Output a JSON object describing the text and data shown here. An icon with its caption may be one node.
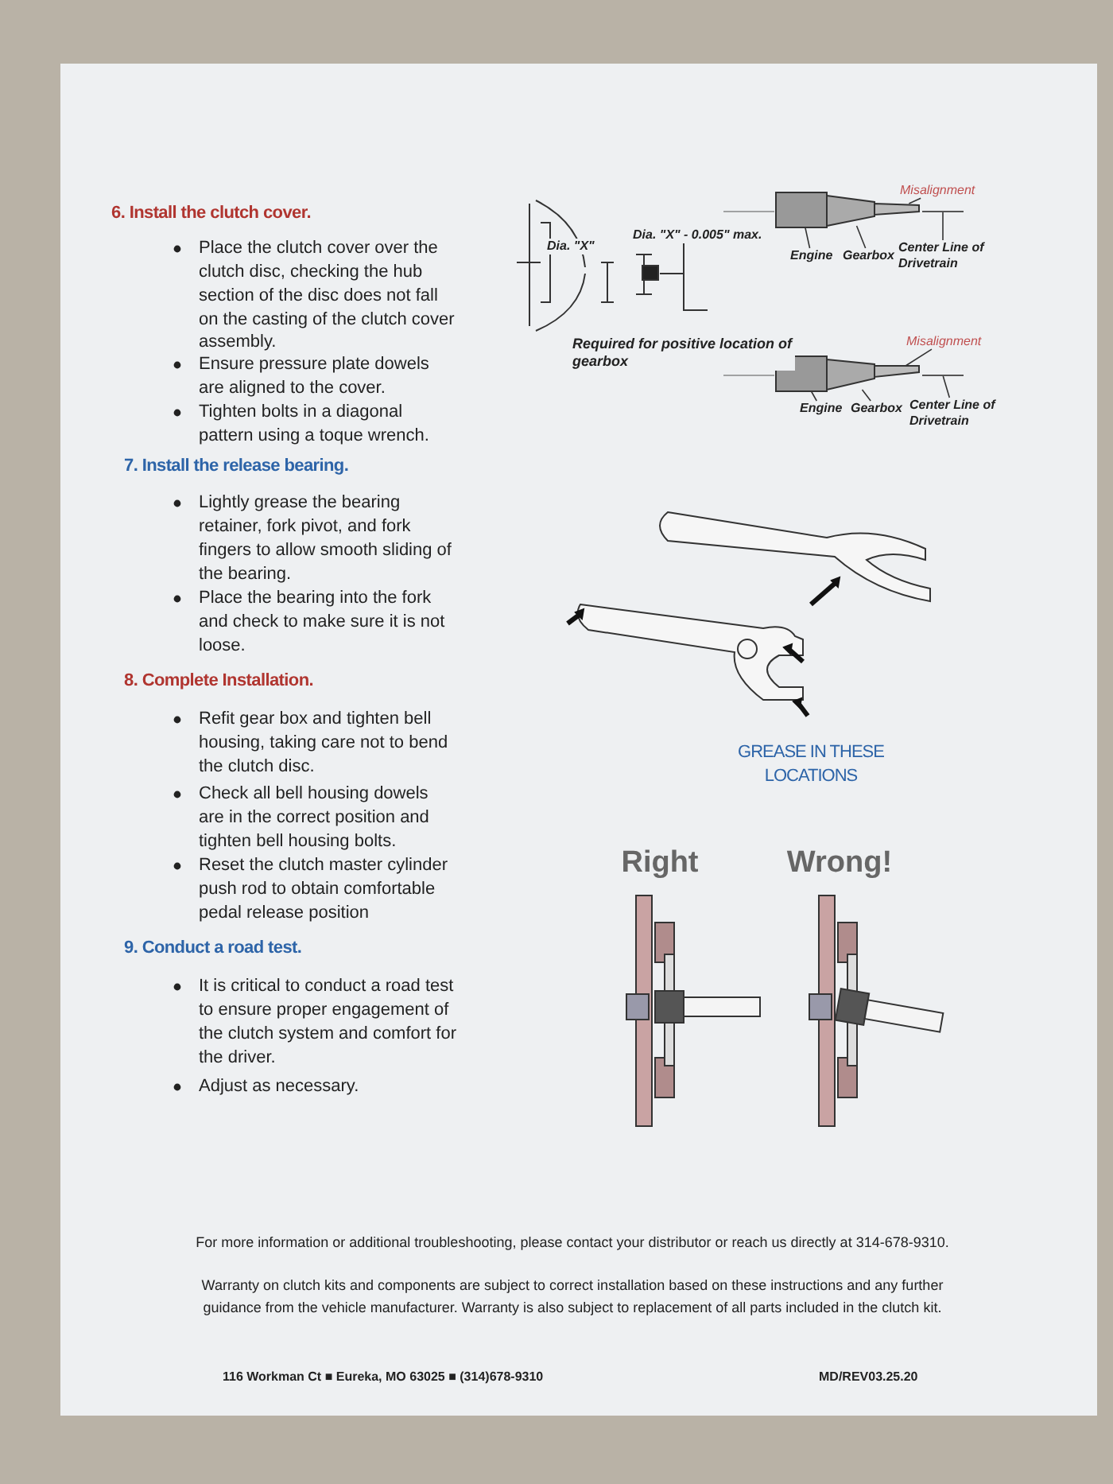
{
  "diagram": {
    "nodes": [
      {
        "text": [
          "Misalignment"
        ]
      },
      {
        "text": [
          "Engine"
        ]
      },
      {
        "text": [
          "Gearbox"
        ]
      },
      {
        "text": [
          "Center Line of Drivetrain"
        ]
      },
      {
        "text": [
          "Misalignment"
        ]
      },
      {
        "text": [
          "Engine"
        ]
      },
      {
        "text": [
          "Gearbox"
        ]
      },
      {
        "text": [
          "Center Line of Drivetrain"
        ]
      },
      {
        "text": [],
        "shape": "box"
      },
      {
        "text": [],
        "shape": "box"
      },
      {
        "text": [],
        "shape": "bar"
      },
      {
        "text": [],
        "shape": "line"
      },
      {
        "text": [],
        "shape": "box"
      },
      {
        "text": [],
        "shape": "box"
      },
      {
        "text": [],
        "shape": "bar"
      },
      {
        "text": [],
        "shape": "line"
      }
    ],
    "edges": [
      {
        "from": 0,
        "to": 10,
        "arrow": "none"
      },
      {
        "from": 1,
        "to": 8,
        "arrow": "none"
      },
      {
        "from": 2,
        "to": 9,
        "arrow": "none"
      },
      {
        "from": 3,
        "to": 11,
        "arrow": "none"
      },
      {
        "from": 4,
        "to": 14,
        "arrow": "none"
      },
      {
        "from": 5,
        "to": 12,
        "arrow": "none"
      },
      {
        "from": 6,
        "to": 13,
        "arrow": "none"
      },
      {
        "from": 7,
        "to": 15,
        "arrow": "none"
      }
    ],
    "labels": [
      "6. Install the clutch cover.",
      "Place the clutch cover over the clutch disc, checking the hub section of the disc does not fall on the casting of the clutch cover assembly.",
      "Ensure pressure plate dowels are aligned to the cover.",
      "Tighten bolts in a diagonal pattern using a toque wrench.",
      "7. Install the release bearing.",
      "Lightly grease the bearing retainer, fork pivot, and fork fingers to allow smooth sliding of the bearing.",
      "Place the bearing into the fork and check to make sure it is not loose.",
      "8. Complete Installation.",
      "Refit gear box and tighten bell housing, taking care not to bend the clutch disc.",
      "Check all bell housing dowels are in the correct position and tighten bell housing bolts.",
      "Reset the clutch master cylinder push rod to obtain comfortable pedal release position",
      "9. Conduct a road test.",
      "It is critical to conduct a road test to ensure proper engagement of the clutch system and comfort for the driver.",
      "Adjust as necessary.",
      "Dia. \"X\" - 0.005\" max.",
      "Dia. \"X\"",
      "Required for positive location of gearbox",
      "GREASE IN THESE LOCATIONS",
      "Right",
      "Wrong!",
      "For more information or additional troubleshooting, please contact your distributor or reach us directly at 314-678-9310.",
      "Warranty on clutch kits and components are subject to correct installation based on these instructions and any further guidance from the vehicle manufacturer.  Warranty is also subject to replacement of all parts included in the clutch kit.",
      "116 Workman Ct ■ Eureka, MO 63025 ■ (314)678-9310",
      "MD/REV03.25.20"
    ]
  }
}
